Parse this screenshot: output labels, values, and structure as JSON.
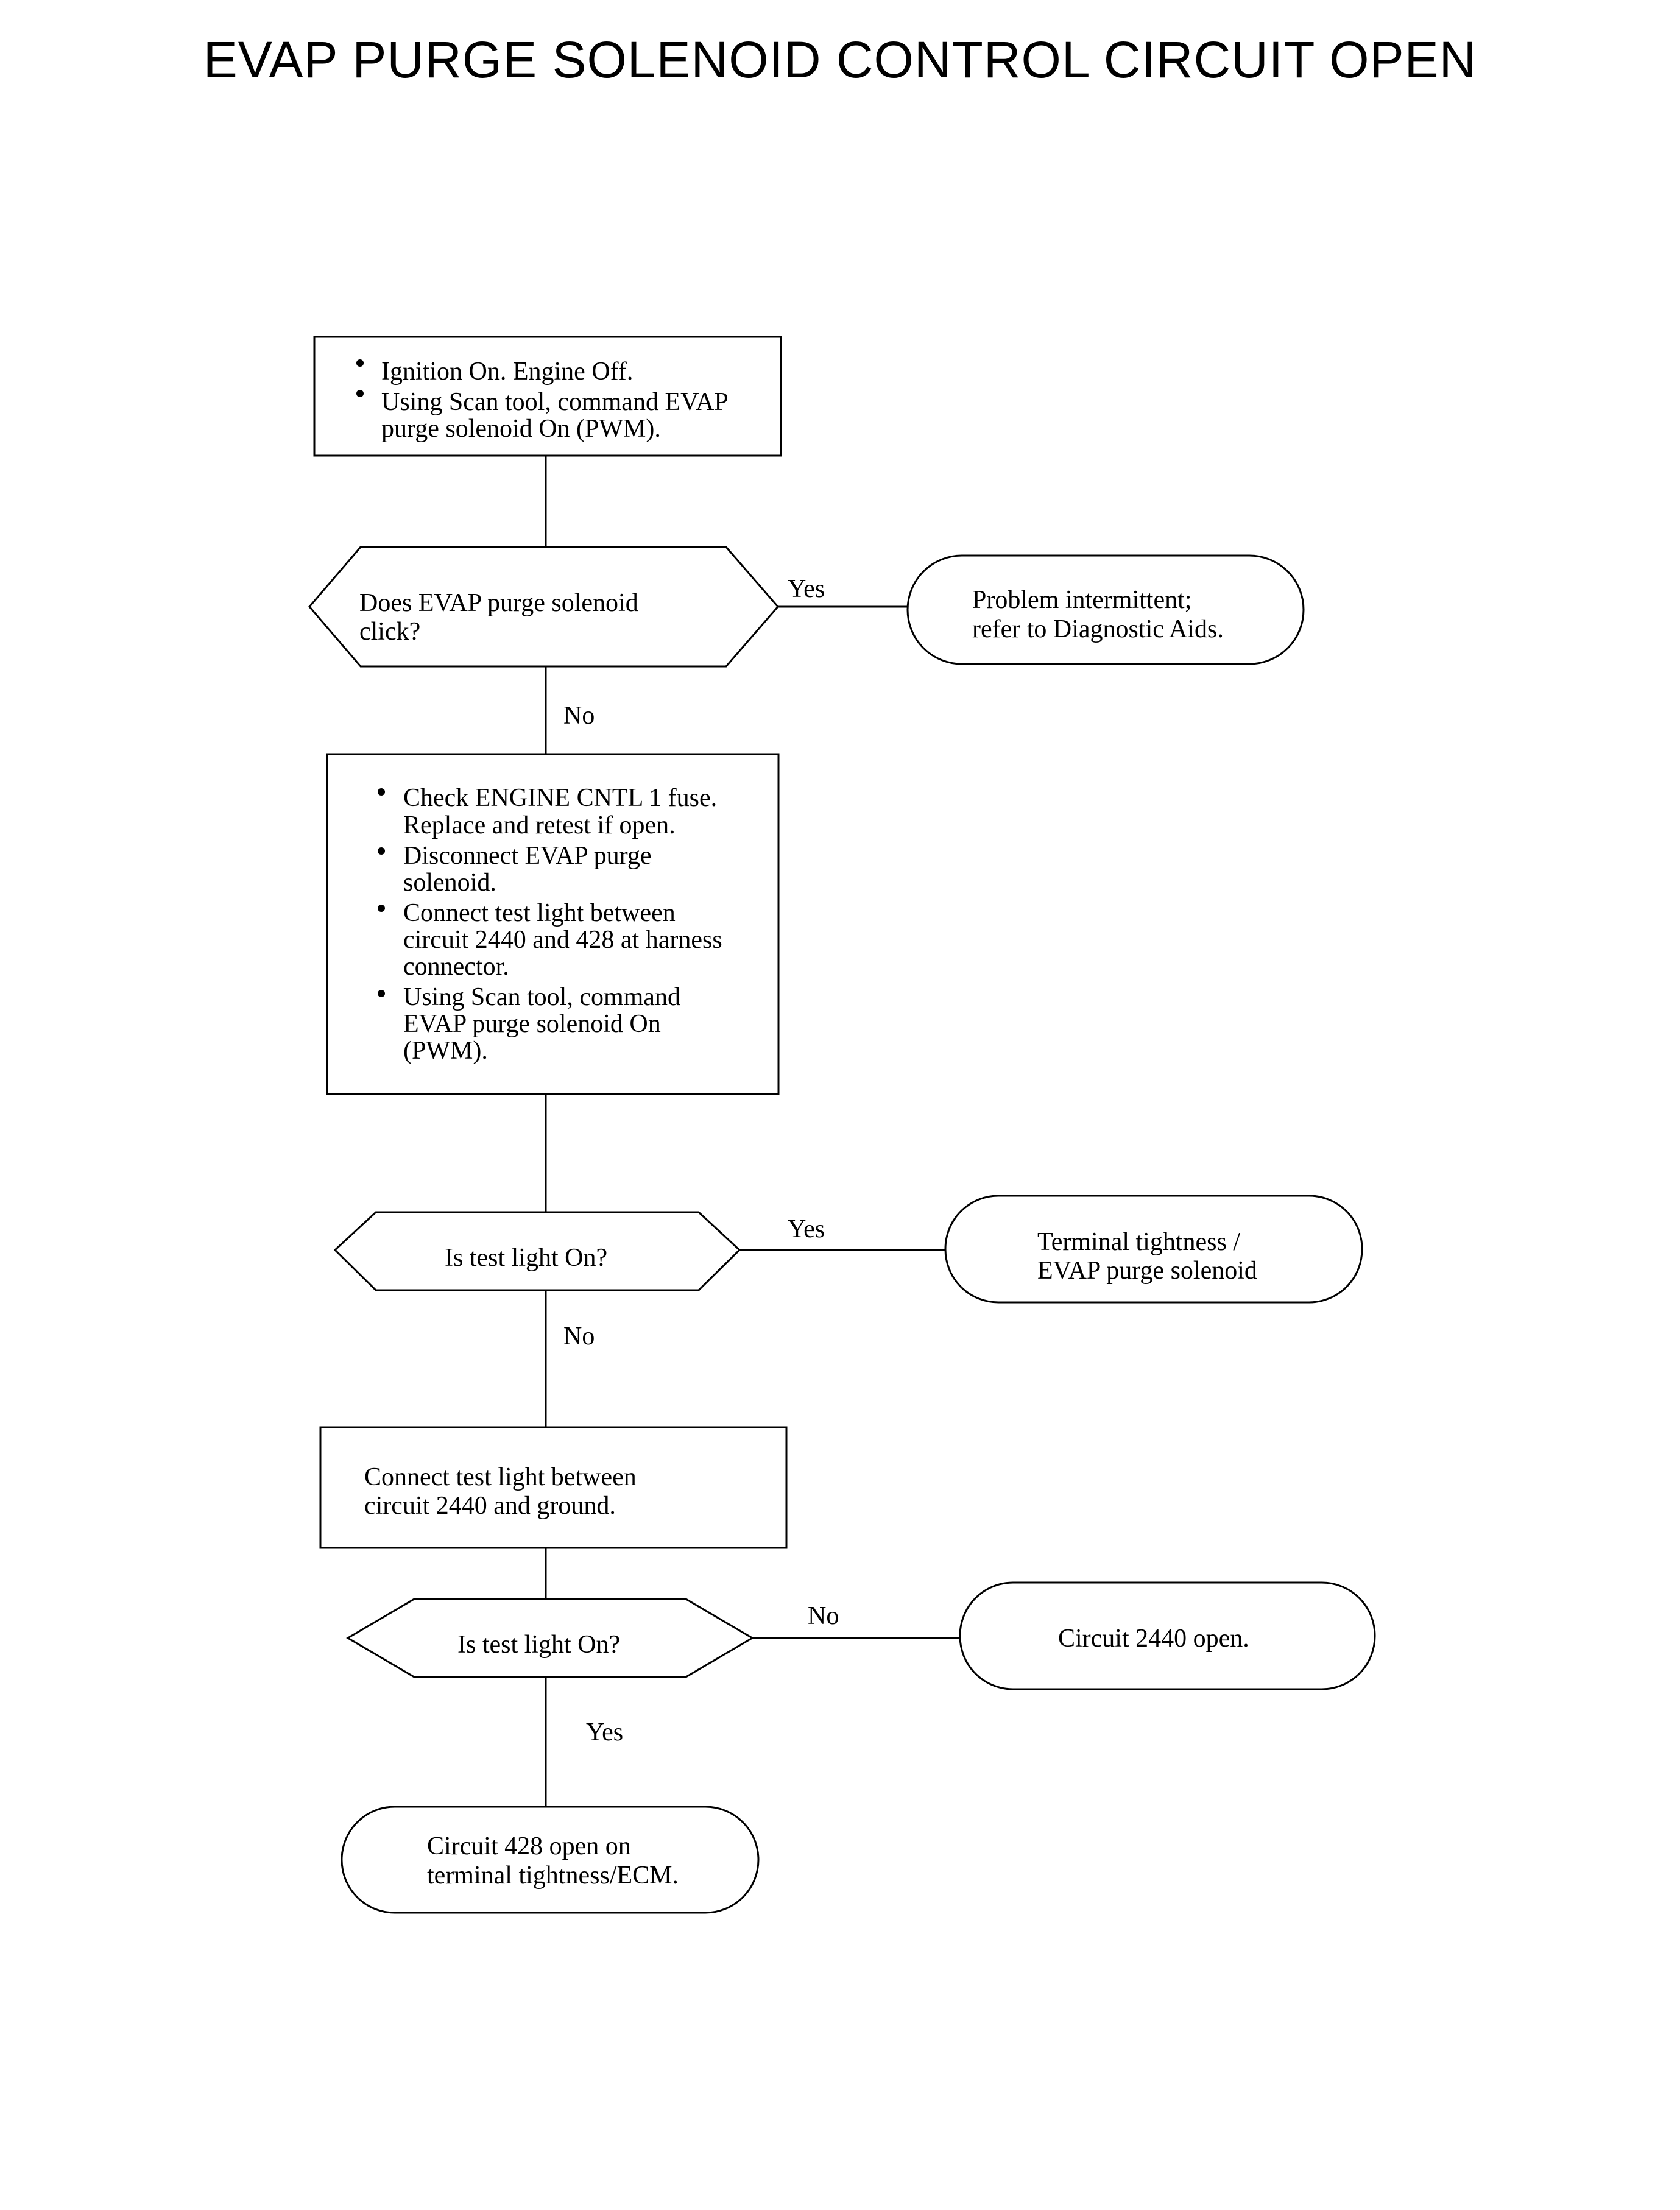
{
  "title": "EVAP PURGE SOLENOID CONTROL CIRCUIT OPEN",
  "nodes": {
    "step1": {
      "bullets": [
        [
          "Ignition On. Engine Off."
        ],
        [
          "Using Scan tool, command EVAP",
          "purge solenoid On (PWM)."
        ]
      ]
    },
    "decision1": {
      "lines": [
        "Does EVAP purge solenoid",
        "click?"
      ]
    },
    "result1": {
      "lines": [
        "Problem intermittent;",
        "refer to Diagnostic Aids."
      ]
    },
    "step2": {
      "bullets": [
        [
          "Check ENGINE CNTL 1 fuse.",
          "Replace and retest if open."
        ],
        [
          "Disconnect EVAP purge",
          "solenoid."
        ],
        [
          "Connect test light between",
          "circuit 2440 and 428 at harness",
          "connector."
        ],
        [
          "Using Scan tool, command",
          "EVAP purge solenoid On",
          "(PWM)."
        ]
      ]
    },
    "decision2": {
      "lines": [
        "Is test light On?"
      ]
    },
    "result2": {
      "lines": [
        "Terminal tightness /",
        "EVAP purge solenoid"
      ]
    },
    "step3": {
      "lines": [
        "Connect test light between",
        "circuit 2440 and ground."
      ]
    },
    "decision3": {
      "lines": [
        "Is test light On?"
      ]
    },
    "result3": {
      "lines": [
        "Circuit 2440 open."
      ]
    },
    "result4": {
      "lines": [
        "Circuit 428 open on",
        "terminal tightness/ECM."
      ]
    }
  },
  "edge_labels": {
    "d1_yes": "Yes",
    "d1_no": "No",
    "d2_yes": "Yes",
    "d2_no": "No",
    "d3_no": "No",
    "d3_yes": "Yes"
  }
}
